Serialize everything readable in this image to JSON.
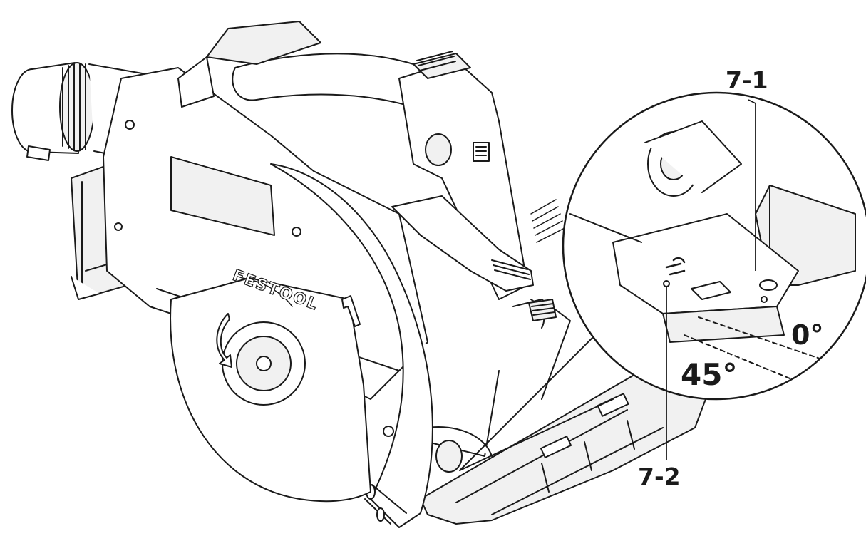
{
  "labels": {
    "callout_1": "7-1",
    "callout_2": "7-2",
    "angle_zero": "0°",
    "angle_45": "45°"
  },
  "blade_text": "FESTOOL",
  "colors": {
    "line": "#1a1a1a",
    "fill": "#ffffff",
    "shade": "#f1f1f1"
  },
  "icons": [
    "circular-saw-illustration",
    "bevel-scale-magnifier",
    "rotation-arrow-icon",
    "direction-arrow-icon"
  ]
}
